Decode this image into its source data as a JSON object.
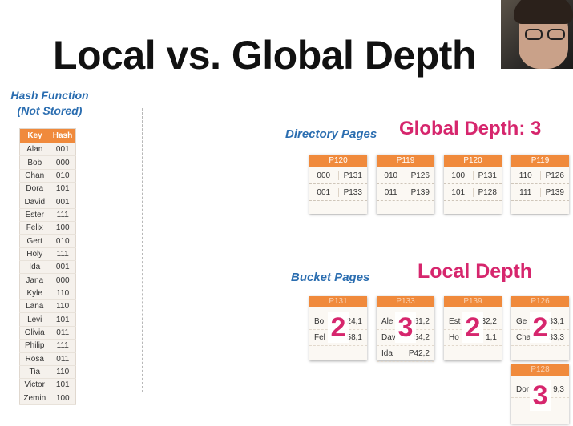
{
  "title": "Local vs. Global Depth",
  "hash_function": {
    "title_line1": "Hash Function",
    "title_line2": "(Not Stored)",
    "headers": [
      "Key",
      "Hash"
    ],
    "rows": [
      [
        "Alan",
        "001"
      ],
      [
        "Bob",
        "000"
      ],
      [
        "Chan",
        "010"
      ],
      [
        "Dora",
        "101"
      ],
      [
        "David",
        "001"
      ],
      [
        "Ester",
        "111"
      ],
      [
        "Felix",
        "100"
      ],
      [
        "Gert",
        "010"
      ],
      [
        "Holy",
        "111"
      ],
      [
        "Ida",
        "001"
      ],
      [
        "Jana",
        "000"
      ],
      [
        "Kyle",
        "110"
      ],
      [
        "Lana",
        "110"
      ],
      [
        "Levi",
        "101"
      ],
      [
        "Olivia",
        "011"
      ],
      [
        "Philip",
        "111"
      ],
      [
        "Rosa",
        "011"
      ],
      [
        "Tia",
        "110"
      ],
      [
        "Victor",
        "101"
      ],
      [
        "Zemin",
        "100"
      ]
    ]
  },
  "directory": {
    "label": "Directory Pages",
    "global_depth_label": "Global Depth: 3",
    "pages": [
      {
        "header": "P120",
        "rows": [
          [
            "000",
            "P131"
          ],
          [
            "001",
            "P133"
          ]
        ]
      },
      {
        "header": "P119",
        "rows": [
          [
            "010",
            "P126"
          ],
          [
            "011",
            "P139"
          ]
        ]
      },
      {
        "header": "P120",
        "rows": [
          [
            "100",
            "P131"
          ],
          [
            "101",
            "P128"
          ]
        ]
      },
      {
        "header": "P119",
        "rows": [
          [
            "110",
            "P126"
          ],
          [
            "111",
            "P139"
          ]
        ]
      }
    ]
  },
  "buckets": {
    "label": "Bucket Pages",
    "local_depth_label": "Local Depth",
    "pages": [
      {
        "header": "P131",
        "lines": [
          [
            "Bo",
            "24,1"
          ],
          [
            "Fel",
            "58,1"
          ]
        ],
        "depth": "2"
      },
      {
        "header": "P133",
        "lines": [
          [
            "Ale",
            "61,2"
          ],
          [
            "Dav",
            "54,2"
          ],
          [
            "Ida",
            "P42,2"
          ]
        ],
        "depth": "3"
      },
      {
        "header": "P139",
        "lines": [
          [
            "Est",
            "32,2"
          ],
          [
            "Ho",
            "1,1"
          ]
        ],
        "depth": "2"
      },
      {
        "header": "P126",
        "lines": [
          [
            "Ge",
            "33,1"
          ],
          [
            "Cha",
            "33,3"
          ]
        ],
        "depth": "2"
      },
      {
        "header": "P128",
        "lines": [
          [
            "Dor",
            "9,3"
          ]
        ],
        "depth": "3"
      }
    ]
  }
}
